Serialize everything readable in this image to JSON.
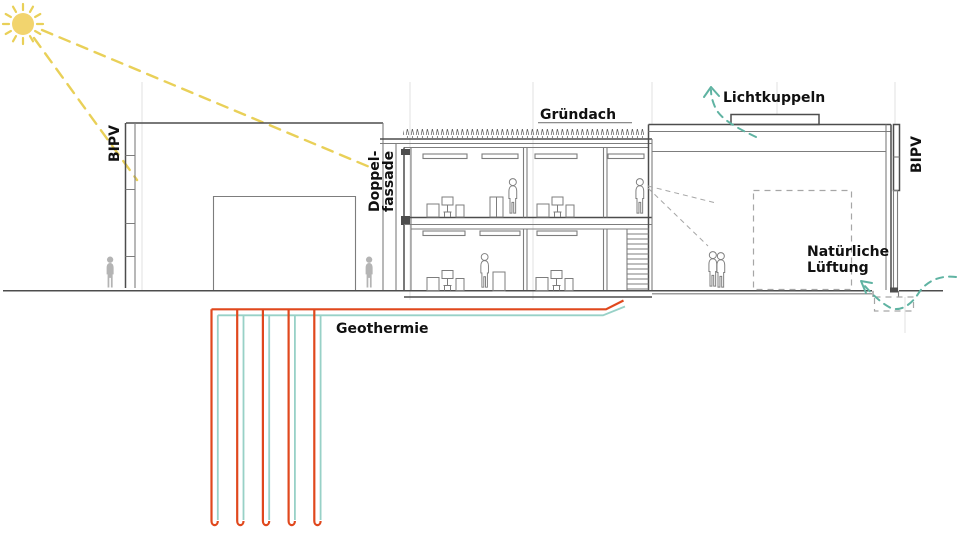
{
  "diagram": {
    "type": "architectural-section-sustainability-concept",
    "labels": {
      "bipv_left": "BIPV",
      "doppelfassade_line1": "Doppel-",
      "doppelfassade_line2": "fassade",
      "gruendach": "Gründach",
      "lichtkuppeln": "Lichtkuppeln",
      "bipv_right": "BIPV",
      "natuerliche_lueftung_line1": "Natürliche",
      "natuerliche_lueftung_line2": "Lüftung",
      "geothermie": "Geothermie"
    },
    "features": [
      "sun with dashed rays onto facades",
      "building section with two-storey offices, stair, double facade",
      "green roof scribble on middle block",
      "skylight dome on right hall roof",
      "natural ventilation airflow arrow through under-floor duct",
      "geothermal borehole loops below ground (warm/cold pipes)"
    ],
    "colors": {
      "sun": "#f2d46e",
      "sun_ray": "#e9d058",
      "arrow_teal": "#5fb3a2",
      "pipe_warm": "#e0481d",
      "pipe_cold": "#98d1c7",
      "line_dark": "#4d4d4d",
      "line_mid": "#7d7d7d",
      "line_faint": "#e2e2e2",
      "dashed_gray": "#a6a6a6",
      "person_fill": "#b4b4b4",
      "text": "#111111",
      "background": "#ffffff"
    }
  }
}
